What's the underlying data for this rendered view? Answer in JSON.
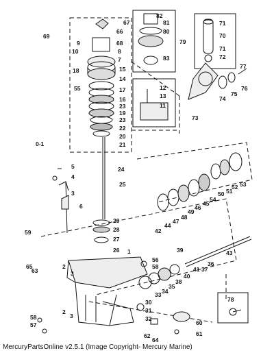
{
  "caption": "MercuryPartsOnline v2.5.1 (Image Copyright- Mercury Marine)",
  "labels": [
    {
      "id": "67",
      "t": "67"
    },
    {
      "id": "66",
      "t": "66"
    },
    {
      "id": "68",
      "t": "68"
    },
    {
      "id": "69",
      "t": "69"
    },
    {
      "id": "9",
      "t": "9"
    },
    {
      "id": "10",
      "t": "10"
    },
    {
      "id": "8",
      "t": "8"
    },
    {
      "id": "7",
      "t": "7"
    },
    {
      "id": "15",
      "t": "15"
    },
    {
      "id": "18",
      "t": "18"
    },
    {
      "id": "14",
      "t": "14"
    },
    {
      "id": "55",
      "t": "55"
    },
    {
      "id": "17",
      "t": "17"
    },
    {
      "id": "16",
      "t": "16"
    },
    {
      "id": "23a",
      "t": "23"
    },
    {
      "id": "19",
      "t": "19"
    },
    {
      "id": "23b",
      "t": "23"
    },
    {
      "id": "22",
      "t": "22"
    },
    {
      "id": "20",
      "t": "20"
    },
    {
      "id": "21",
      "t": "21"
    },
    {
      "id": "01",
      "t": "0-1"
    },
    {
      "id": "5",
      "t": "5"
    },
    {
      "id": "4",
      "t": "4"
    },
    {
      "id": "24",
      "t": "24"
    },
    {
      "id": "25",
      "t": "25"
    },
    {
      "id": "3top",
      "t": "3"
    },
    {
      "id": "6",
      "t": "6"
    },
    {
      "id": "29",
      "t": "29"
    },
    {
      "id": "28",
      "t": "28"
    },
    {
      "id": "27",
      "t": "27"
    },
    {
      "id": "26",
      "t": "26"
    },
    {
      "id": "59",
      "t": "59"
    },
    {
      "id": "82",
      "t": "82"
    },
    {
      "id": "81",
      "t": "81"
    },
    {
      "id": "80",
      "t": "80"
    },
    {
      "id": "79",
      "t": "79"
    },
    {
      "id": "83",
      "t": "83"
    },
    {
      "id": "71a",
      "t": "71"
    },
    {
      "id": "70",
      "t": "70"
    },
    {
      "id": "71b",
      "t": "71"
    },
    {
      "id": "72",
      "t": "72"
    },
    {
      "id": "77",
      "t": "77"
    },
    {
      "id": "76",
      "t": "76"
    },
    {
      "id": "75",
      "t": "75"
    },
    {
      "id": "74",
      "t": "74"
    },
    {
      "id": "73",
      "t": "73"
    },
    {
      "id": "12",
      "t": "12"
    },
    {
      "id": "13",
      "t": "13"
    },
    {
      "id": "11",
      "t": "11"
    },
    {
      "id": "53",
      "t": "53"
    },
    {
      "id": "52",
      "t": "52"
    },
    {
      "id": "51",
      "t": "51"
    },
    {
      "id": "50",
      "t": "50"
    },
    {
      "id": "54",
      "t": "54"
    },
    {
      "id": "45",
      "t": "45"
    },
    {
      "id": "46",
      "t": "46"
    },
    {
      "id": "49",
      "t": "49"
    },
    {
      "id": "48",
      "t": "48"
    },
    {
      "id": "47",
      "t": "47"
    },
    {
      "id": "44",
      "t": "44"
    },
    {
      "id": "42",
      "t": "42"
    },
    {
      "id": "43",
      "t": "43"
    },
    {
      "id": "39",
      "t": "39"
    },
    {
      "id": "41",
      "t": "41"
    },
    {
      "id": "37",
      "t": "37"
    },
    {
      "id": "36",
      "t": "36"
    },
    {
      "id": "40",
      "t": "40"
    },
    {
      "id": "38",
      "t": "38"
    },
    {
      "id": "35",
      "t": "35"
    },
    {
      "id": "34",
      "t": "34"
    },
    {
      "id": "33",
      "t": "33"
    },
    {
      "id": "56",
      "t": "56"
    },
    {
      "id": "58a",
      "t": "58"
    },
    {
      "id": "65",
      "t": "65"
    },
    {
      "id": "63",
      "t": "63"
    },
    {
      "id": "2a",
      "t": "2"
    },
    {
      "id": "3a",
      "t": "3"
    },
    {
      "id": "1",
      "t": "1"
    },
    {
      "id": "2b",
      "t": "2"
    },
    {
      "id": "3b",
      "t": "3"
    },
    {
      "id": "30",
      "t": "30"
    },
    {
      "id": "31",
      "t": "31"
    },
    {
      "id": "32",
      "t": "32"
    },
    {
      "id": "58b",
      "t": "58"
    },
    {
      "id": "57",
      "t": "57"
    },
    {
      "id": "62",
      "t": "62"
    },
    {
      "id": "64",
      "t": "64"
    },
    {
      "id": "60",
      "t": "60"
    },
    {
      "id": "61",
      "t": "61"
    },
    {
      "id": "78",
      "t": "78"
    }
  ]
}
